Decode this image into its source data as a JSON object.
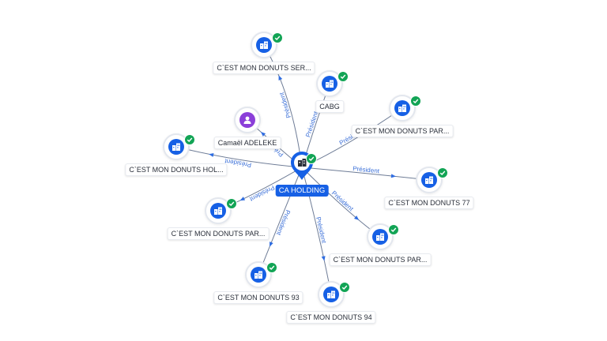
{
  "colors": {
    "company": "#1660e5",
    "person": "#8b3fd9",
    "verified": "#12a455",
    "edge_label": "#3a6fd8",
    "edge": "#6e7c96"
  },
  "center": {
    "label": "CA HOLDING",
    "icon": "building-icon"
  },
  "nodes": [
    {
      "id": "n-ser",
      "label": "C`EST MON DONUTS SER...",
      "type": "company",
      "icon": "building-icon"
    },
    {
      "id": "n-cabg",
      "label": "CABG",
      "type": "company",
      "icon": "building-icon"
    },
    {
      "id": "n-par1",
      "label": "C`EST MON DONUTS PAR...",
      "type": "company",
      "icon": "building-icon"
    },
    {
      "id": "n-camael",
      "label": "Camaël ADELEKE",
      "type": "person",
      "icon": "person-icon"
    },
    {
      "id": "n-hol",
      "label": "C`EST MON DONUTS HOL...",
      "type": "company",
      "icon": "building-icon"
    },
    {
      "id": "n-77",
      "label": "C`EST MON DONUTS 77",
      "type": "company",
      "icon": "building-icon"
    },
    {
      "id": "n-par2",
      "label": "C`EST MON DONUTS PAR...",
      "type": "company",
      "icon": "building-icon"
    },
    {
      "id": "n-par3",
      "label": "C`EST MON DONUTS PAR...",
      "type": "company",
      "icon": "building-icon"
    },
    {
      "id": "n-93",
      "label": "C`EST MON DONUTS 93",
      "type": "company",
      "icon": "building-icon"
    },
    {
      "id": "n-94",
      "label": "C`EST MON DONUTS 94",
      "type": "company",
      "icon": "building-icon"
    }
  ],
  "edges": [
    {
      "to": "n-ser",
      "label": "Président"
    },
    {
      "to": "n-cabg",
      "label": "Président"
    },
    {
      "to": "n-par1",
      "label": "Président"
    },
    {
      "to": "n-camael",
      "label": "Président"
    },
    {
      "to": "n-hol",
      "label": "Président"
    },
    {
      "to": "n-77",
      "label": "Président"
    },
    {
      "to": "n-par2",
      "label": "Président"
    },
    {
      "to": "n-par3",
      "label": "Président"
    },
    {
      "to": "n-93",
      "label": "Président"
    },
    {
      "to": "n-94",
      "label": "Président"
    }
  ]
}
